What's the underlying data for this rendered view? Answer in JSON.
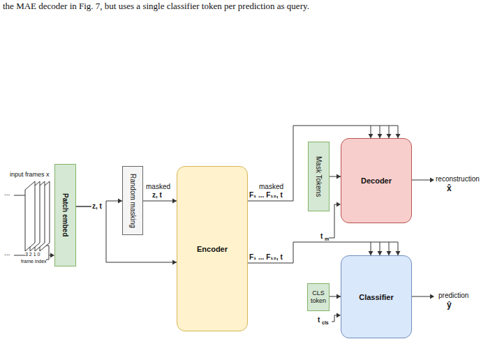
{
  "diagram": {
    "nodes": [
      {
        "text": [
          "Patch embed"
        ]
      },
      {
        "text": [
          "Random masking"
        ]
      },
      {
        "text": [
          "Encoder"
        ]
      },
      {
        "text": [
          "Mask Tokens"
        ]
      },
      {
        "text": [
          "Decoder"
        ]
      },
      {
        "text": [
          "CLS token"
        ]
      },
      {
        "text": [
          "Classifier"
        ]
      }
    ],
    "edges": [
      {
        "from": 0,
        "to": 1,
        "arrow": "to"
      },
      {
        "from": 0,
        "to": 2,
        "arrow": "to"
      },
      {
        "from": 1,
        "to": 2,
        "arrow": "to"
      },
      {
        "from": 2,
        "to": 4,
        "arrow": "to"
      },
      {
        "from": 2,
        "to": 6,
        "arrow": "to"
      },
      {
        "from": 3,
        "to": 4,
        "arrow": "to"
      },
      {
        "from": 5,
        "to": 6,
        "arrow": "to"
      }
    ],
    "labels": [
      "the MAE decoder in Fig. 7, but uses a single classifier token per prediction as query.",
      "...",
      "...",
      "input frames x",
      "3 2 1 0",
      "frame index",
      "z, t",
      "masked",
      "z, t",
      "masked",
      "F₁ ... F₁₂, t",
      "F₁ ... F₁₂, t",
      "t",
      "m",
      "t",
      "cls",
      "reconstruction",
      "x̂",
      "prediction",
      "ŷ"
    ]
  }
}
